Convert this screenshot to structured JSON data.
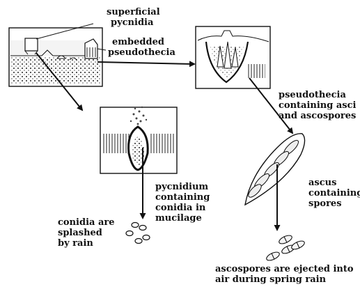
{
  "labels": {
    "superficial_pycnidia": [
      "superficial",
      "pycnidia"
    ],
    "embedded_pseudothecia": [
      "embedded",
      "pseudothecia"
    ],
    "pseudothecia_asci": [
      "pseudothecia",
      "containing asci",
      "and ascospores"
    ],
    "pycnidium": [
      "pycnidium",
      "containing",
      "conidia in",
      "mucilage"
    ],
    "conidia_splashed": [
      "conidia are",
      "splashed",
      "by rain"
    ],
    "ascus": [
      "ascus",
      "containing",
      "spores"
    ],
    "ascospores_ejected": [
      "ascospores are ejected into",
      "air during spring rain"
    ]
  },
  "colors": {
    "ink": "#111111",
    "paper": "#ffffff",
    "shade": "#9a9a9a"
  }
}
